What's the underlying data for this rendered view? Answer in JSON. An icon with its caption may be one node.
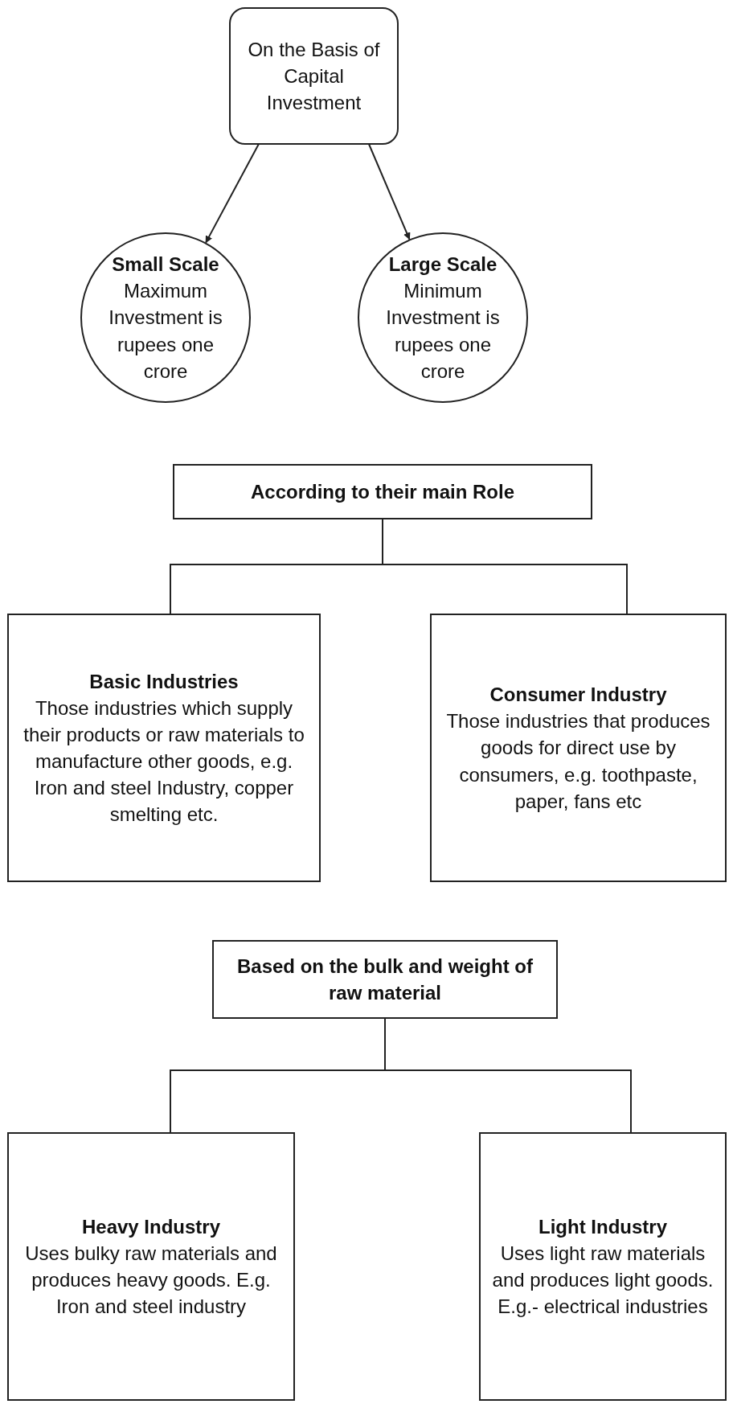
{
  "diagram": {
    "nodes": [
      {
        "text": [
          "On the Basis of Capital Investment"
        ]
      },
      {
        "text": [
          "Small Scale",
          "Maximum Investment is rupees one crore"
        ]
      },
      {
        "text": [
          "Large Scale",
          "Minimum Investment is rupees one crore"
        ]
      },
      {
        "text": [
          "According to their main Role"
        ]
      },
      {
        "text": [
          "Basic Industries",
          "Those industries which supply their products or raw materials to manufacture other goods, e.g. Iron and steel Industry, copper smelting etc."
        ]
      },
      {
        "text": [
          "Consumer Industry",
          "Those industries that produces goods for direct use by consumers, e.g. toothpaste, paper, fans etc"
        ]
      },
      {
        "text": [
          "Based on the bulk and weight of raw material"
        ]
      },
      {
        "text": [
          "Heavy Industry",
          "Uses bulky raw materials and produces heavy goods. E.g. Iron and steel industry"
        ]
      },
      {
        "text": [
          "Light Industry",
          "Uses light raw materials and produces light goods. E.g.- electrical industries"
        ]
      }
    ],
    "edges": [
      {
        "from": 0,
        "to": 1,
        "arrow": "to"
      },
      {
        "from": 0,
        "to": 2,
        "arrow": "to"
      },
      {
        "from": 3,
        "to": 4,
        "arrow": "none"
      },
      {
        "from": 3,
        "to": 5,
        "arrow": "none"
      },
      {
        "from": 6,
        "to": 7,
        "arrow": "none"
      },
      {
        "from": 6,
        "to": 8,
        "arrow": "none"
      }
    ]
  }
}
